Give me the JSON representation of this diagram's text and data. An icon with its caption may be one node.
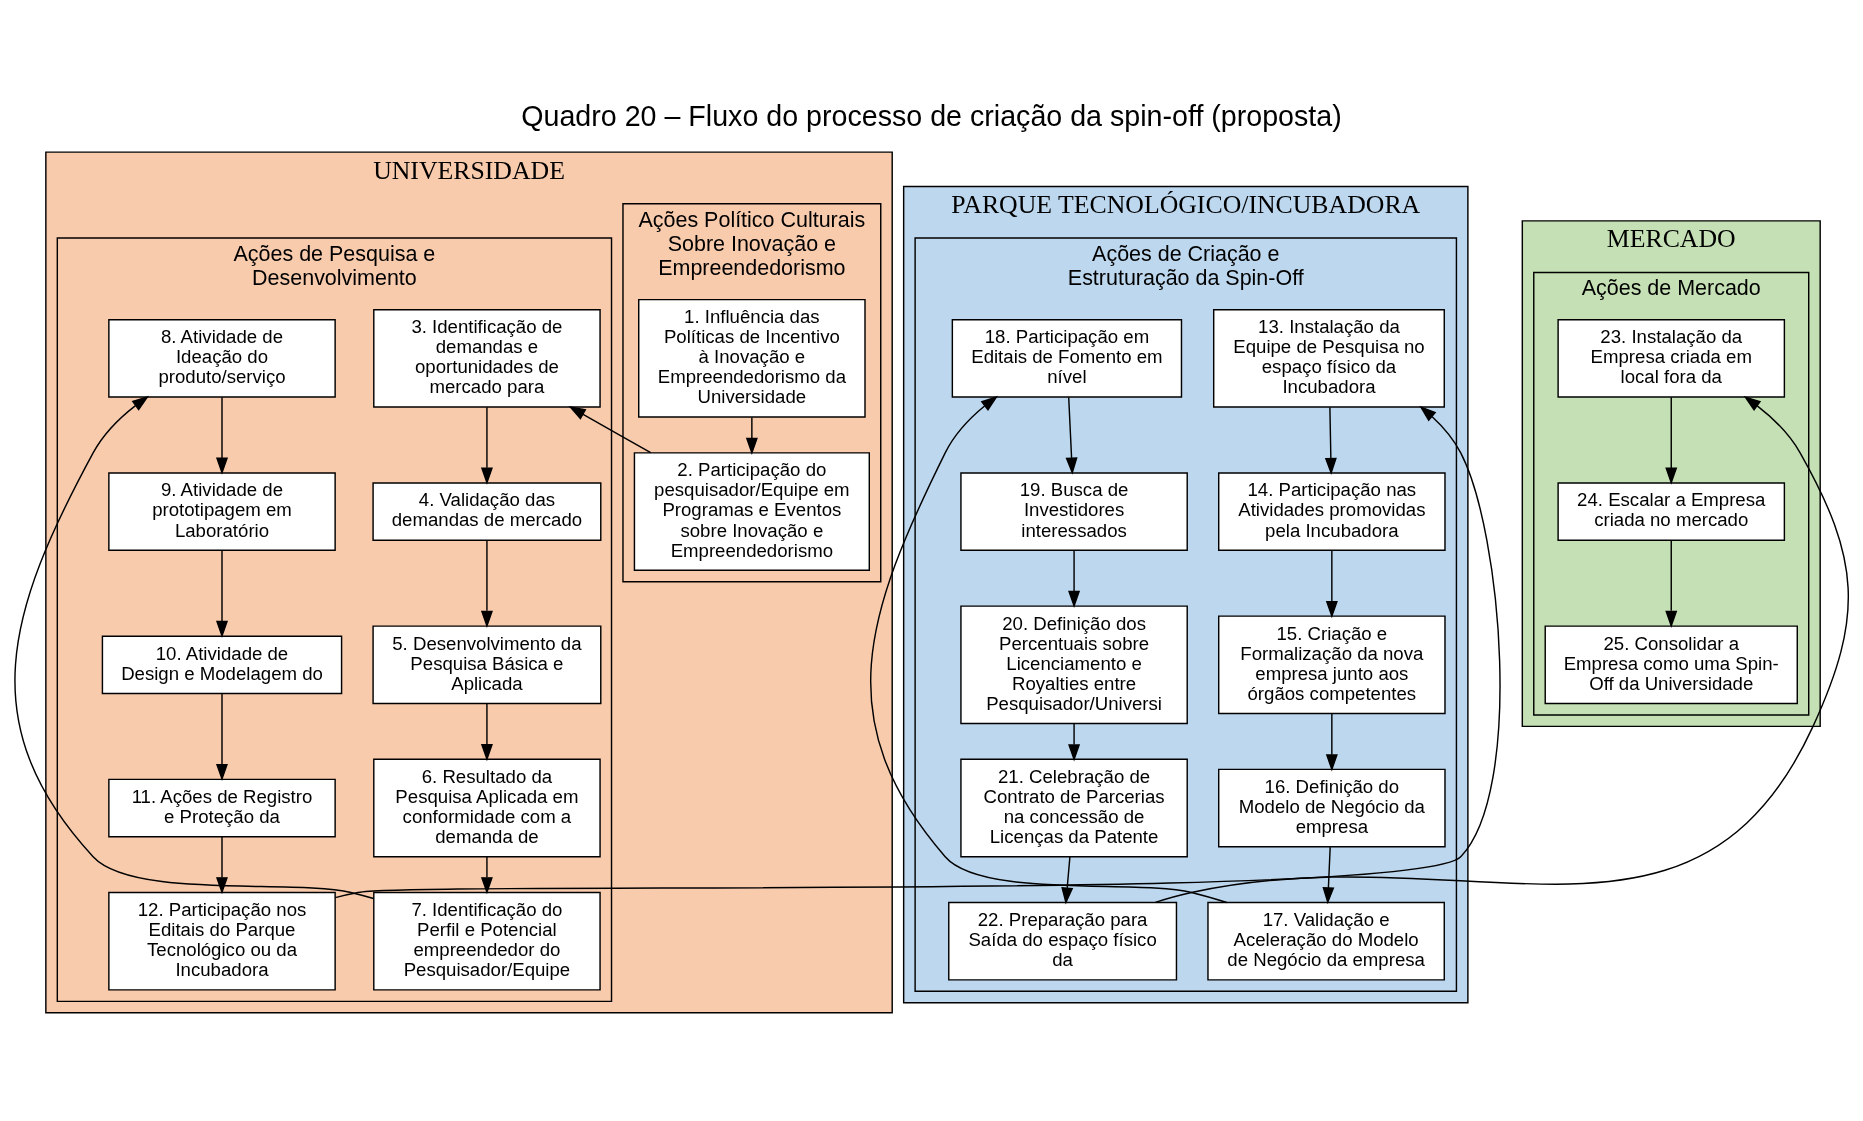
{
  "diagram": {
    "title": "Quadro 20 – Fluxo do processo de criação da spin-off (proposta)",
    "nodes": [
      {
        "text": [
          "UNIVERSIDADE"
        ]
      },
      {
        "text": [
          "Ações Político Culturais Sobre Inovação e Empreendedorismo"
        ],
        "in": 0
      },
      {
        "text": [
          "1. Influência das Políticas de Incentivo à Inovação e Empreendedorismo da Universidade"
        ],
        "in": 1
      },
      {
        "text": [
          "2. Participação do pesquisador/Equipe em Programas e Eventos sobre Inovação e Empreendedorismo"
        ],
        "in": 1
      },
      {
        "text": [
          "Ações de Pesquisa e Desenvolvimento"
        ],
        "in": 0
      },
      {
        "text": [
          "3. Identificação de demandas e oportunidades de mercado para"
        ],
        "in": 4
      },
      {
        "text": [
          "4. Validação das demandas de mercado"
        ],
        "in": 4
      },
      {
        "text": [
          "5. Desenvolvimento da Pesquisa Básica e Aplicada"
        ],
        "in": 4
      },
      {
        "text": [
          "6. Resultado da Pesquisa Aplicada em conformidade com a demanda de"
        ],
        "in": 4
      },
      {
        "text": [
          "7. Identificação do Perfil e Potencial empreendedor do Pesquisador/Equipe"
        ],
        "in": 4
      },
      {
        "text": [
          "8. Atividade de Ideação do produto/serviço"
        ],
        "in": 4
      },
      {
        "text": [
          "9. Atividade de prototipagem em Laboratório"
        ],
        "in": 4
      },
      {
        "text": [
          "10. Atividade de Design e Modelagem do"
        ],
        "in": 4
      },
      {
        "text": [
          "11. Ações de Registro e Proteção da"
        ],
        "in": 4
      },
      {
        "text": [
          "12. Participação nos Editais do Parque Tecnológico ou da Incubadora"
        ],
        "in": 4
      },
      {
        "text": [
          "PARQUE TECNOLÓGICO/INCUBADORA"
        ]
      },
      {
        "text": [
          "Ações de Criação e Estruturação da Spin-Off"
        ],
        "in": 15
      },
      {
        "text": [
          "13. Instalação da Equipe de Pesquisa no espaço físico da Incubadora"
        ],
        "in": 16
      },
      {
        "text": [
          "14. Participação nas Atividades promovidas pela Incubadora"
        ],
        "in": 16
      },
      {
        "text": [
          "15. Criação e Formalização da nova empresa junto aos órgãos competentes"
        ],
        "in": 16
      },
      {
        "text": [
          "16. Definição do Modelo de Negócio da empresa"
        ],
        "in": 16
      },
      {
        "text": [
          "17. Validação e Aceleração do Modelo de Negócio da empresa"
        ],
        "in": 16
      },
      {
        "text": [
          "18. Participação em Editais de Fomento em nível"
        ],
        "in": 16
      },
      {
        "text": [
          "19. Busca de Investidores interessados"
        ],
        "in": 16
      },
      {
        "text": [
          "20. Definição dos Percentuais sobre Licenciamento e Royalties entre Pesquisador/Universi"
        ],
        "in": 16
      },
      {
        "text": [
          "21. Celebração de Contrato de Parcerias na concessão de Licenças da Patente"
        ],
        "in": 16
      },
      {
        "text": [
          "22. Preparação para Saída do espaço físico da"
        ],
        "in": 16
      },
      {
        "text": [
          "MERCADO"
        ]
      },
      {
        "text": [
          "Ações de Mercado"
        ],
        "in": 27
      },
      {
        "text": [
          "23. Instalação da Empresa criada em local fora da"
        ],
        "in": 28
      },
      {
        "text": [
          "24. Escalar a Empresa criada no mercado"
        ],
        "in": 28
      },
      {
        "text": [
          "25. Consolidar a Empresa como uma Spin-Off da Universidade"
        ],
        "in": 28
      }
    ],
    "edges": [
      {
        "from": 2,
        "to": 3,
        "arrow": "to"
      },
      {
        "from": 3,
        "to": 5,
        "arrow": "to"
      },
      {
        "from": 5,
        "to": 6,
        "arrow": "to"
      },
      {
        "from": 6,
        "to": 7,
        "arrow": "to"
      },
      {
        "from": 7,
        "to": 8,
        "arrow": "to"
      },
      {
        "from": 8,
        "to": 9,
        "arrow": "to"
      },
      {
        "from": 9,
        "to": 10,
        "arrow": "to"
      },
      {
        "from": 10,
        "to": 11,
        "arrow": "to"
      },
      {
        "from": 11,
        "to": 12,
        "arrow": "to"
      },
      {
        "from": 12,
        "to": 13,
        "arrow": "to"
      },
      {
        "from": 13,
        "to": 14,
        "arrow": "to"
      },
      {
        "from": 14,
        "to": 17,
        "arrow": "to"
      },
      {
        "from": 17,
        "to": 18,
        "arrow": "to"
      },
      {
        "from": 18,
        "to": 19,
        "arrow": "to"
      },
      {
        "from": 19,
        "to": 20,
        "arrow": "to"
      },
      {
        "from": 20,
        "to": 21,
        "arrow": "to"
      },
      {
        "from": 21,
        "to": 22,
        "arrow": "to"
      },
      {
        "from": 22,
        "to": 23,
        "arrow": "to"
      },
      {
        "from": 23,
        "to": 24,
        "arrow": "to"
      },
      {
        "from": 24,
        "to": 25,
        "arrow": "to"
      },
      {
        "from": 25,
        "to": 26,
        "arrow": "to"
      },
      {
        "from": 26,
        "to": 29,
        "arrow": "to"
      },
      {
        "from": 29,
        "to": 30,
        "arrow": "to"
      },
      {
        "from": 30,
        "to": 31,
        "arrow": "to"
      }
    ]
  }
}
